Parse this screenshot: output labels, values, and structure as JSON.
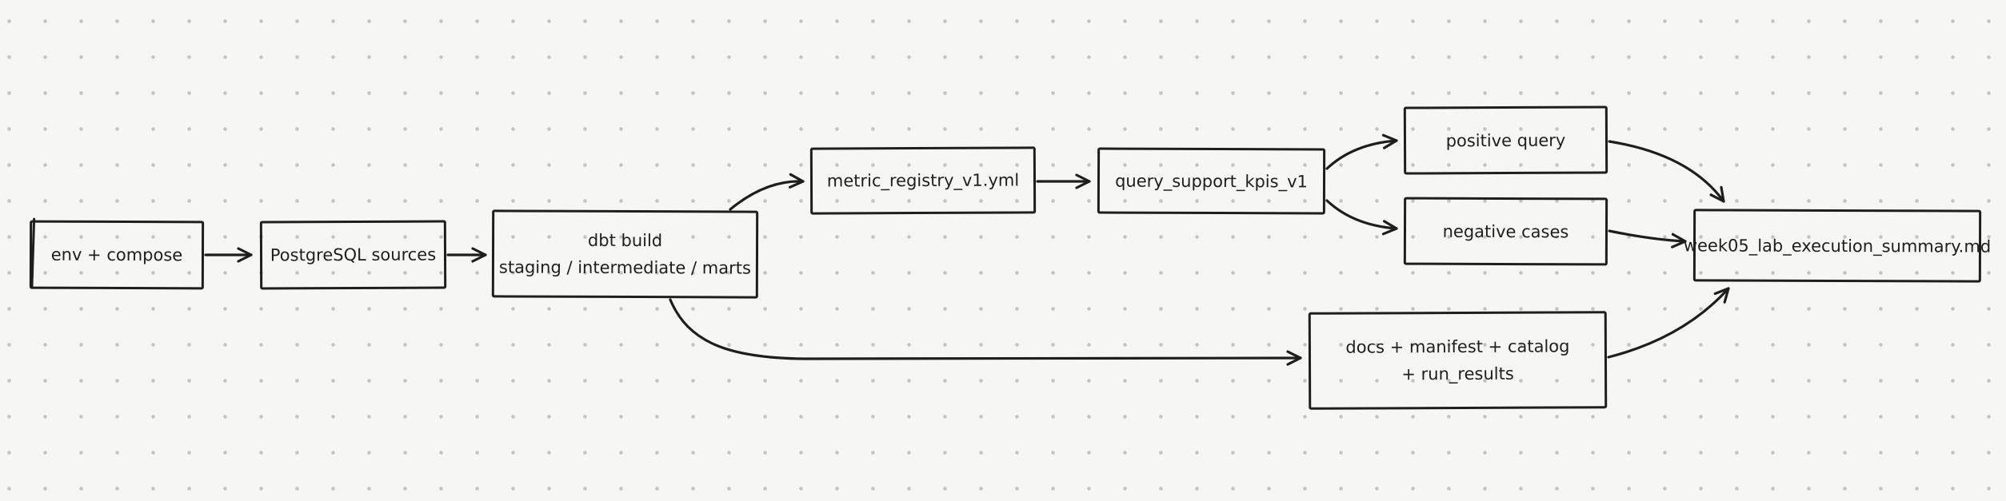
{
  "canvas": {
    "background_color": "#f6f6f4",
    "dot_color": "#c3c3c3",
    "stroke_color": "#1e1e1e"
  },
  "nodes": [
    {
      "id": "env-compose",
      "label": "env + compose"
    },
    {
      "id": "postgresql-sources",
      "label": "PostgreSQL sources"
    },
    {
      "id": "dbt-build",
      "lines": [
        "dbt build",
        "staging / intermediate / marts"
      ]
    },
    {
      "id": "metric-registry",
      "label": "metric_registry_v1.yml"
    },
    {
      "id": "query-support-kpis",
      "label": "query_support_kpis_v1"
    },
    {
      "id": "positive-query",
      "label": "positive query"
    },
    {
      "id": "negative-cases",
      "label": "negative cases"
    },
    {
      "id": "docs-artifacts",
      "lines": [
        "docs + manifest + catalog",
        "+ run_results"
      ]
    },
    {
      "id": "week05-summary",
      "label": "week05_lab_execution_summary.md"
    }
  ],
  "edges": [
    {
      "from": "env-compose",
      "to": "postgresql-sources"
    },
    {
      "from": "postgresql-sources",
      "to": "dbt-build"
    },
    {
      "from": "dbt-build",
      "to": "metric-registry"
    },
    {
      "from": "metric-registry",
      "to": "query-support-kpis"
    },
    {
      "from": "query-support-kpis",
      "to": "positive-query"
    },
    {
      "from": "query-support-kpis",
      "to": "negative-cases"
    },
    {
      "from": "positive-query",
      "to": "week05-summary"
    },
    {
      "from": "negative-cases",
      "to": "week05-summary"
    },
    {
      "from": "dbt-build",
      "to": "docs-artifacts"
    },
    {
      "from": "docs-artifacts",
      "to": "week05-summary"
    }
  ]
}
